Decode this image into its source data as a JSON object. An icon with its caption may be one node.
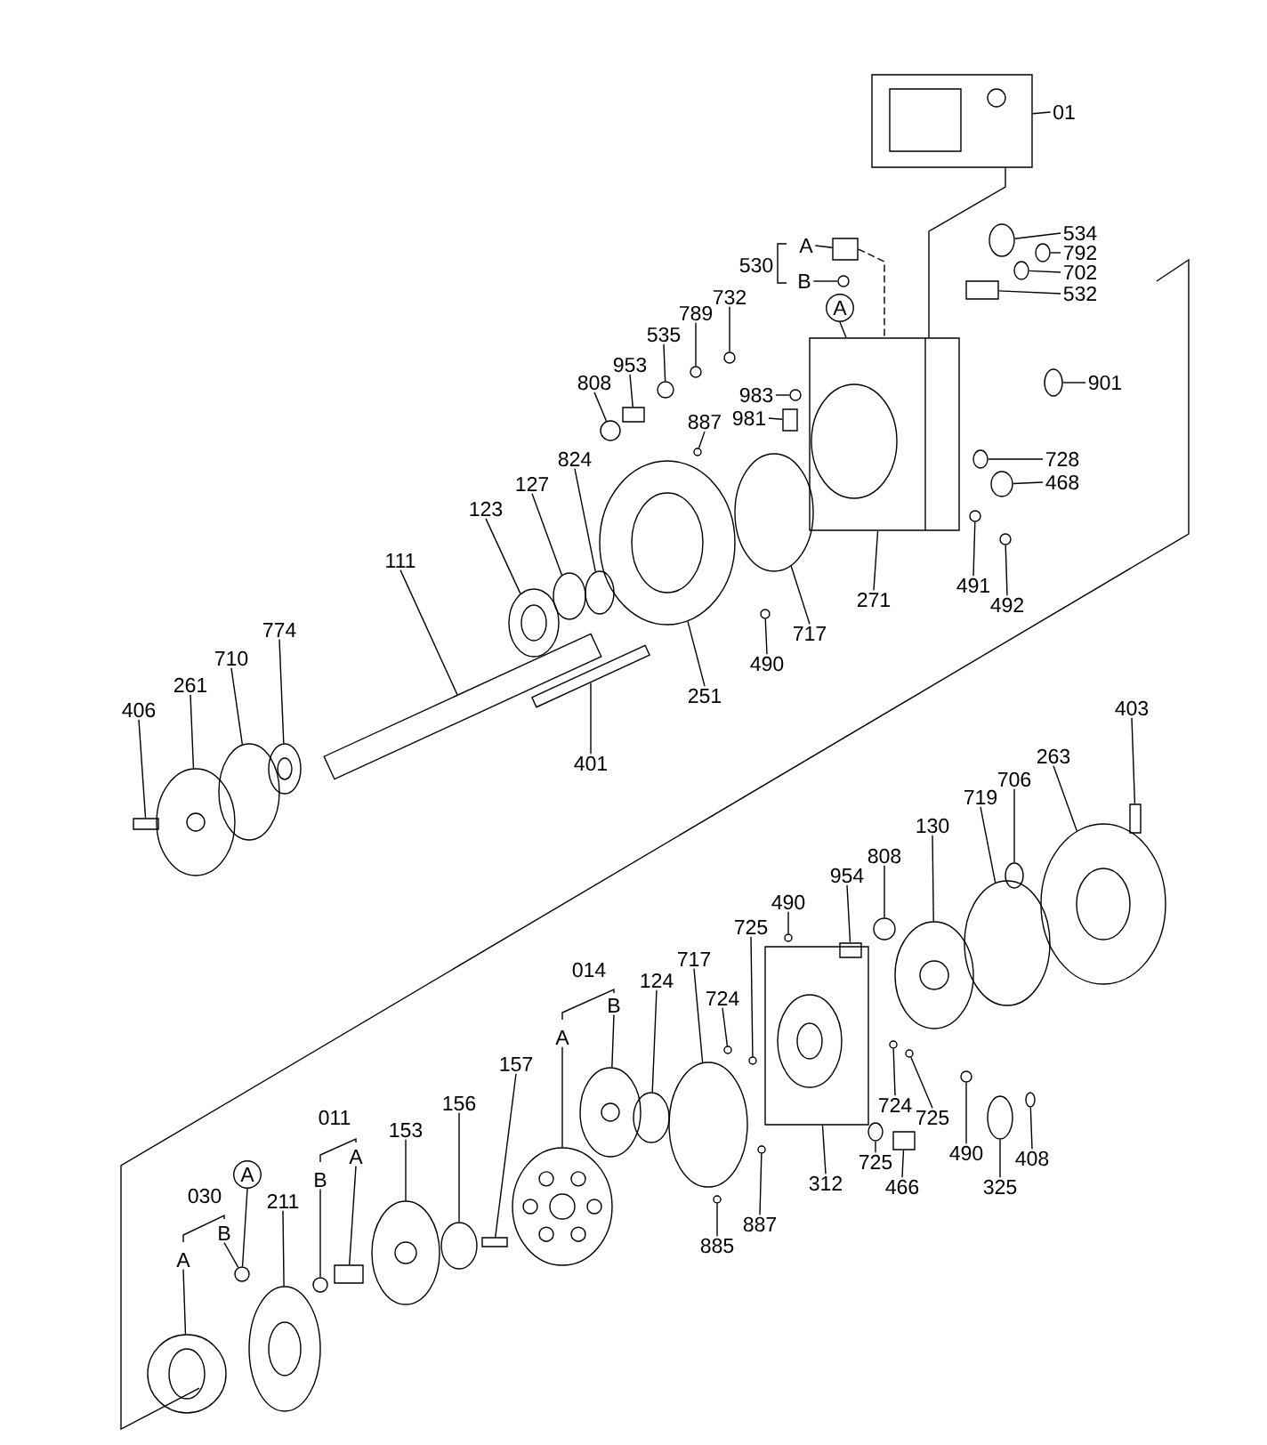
{
  "diagram": {
    "nodes": [
      {
        "text": [
          "01"
        ]
      },
      {
        "text": [
          "534"
        ]
      },
      {
        "text": [
          "792"
        ]
      },
      {
        "text": [
          "702"
        ]
      },
      {
        "text": [
          "532"
        ]
      },
      {
        "text": [
          "A"
        ]
      },
      {
        "text": [
          "B"
        ]
      },
      {
        "text": [
          "A"
        ]
      },
      {
        "text": [
          "732"
        ]
      },
      {
        "text": [
          "789"
        ]
      },
      {
        "text": [
          "535"
        ]
      },
      {
        "text": [
          "953"
        ]
      },
      {
        "text": [
          "808"
        ]
      },
      {
        "text": [
          "901"
        ]
      },
      {
        "text": [
          "983"
        ]
      },
      {
        "text": [
          "981"
        ]
      },
      {
        "text": [
          "887"
        ]
      },
      {
        "text": [
          "824"
        ]
      },
      {
        "text": [
          "127"
        ]
      },
      {
        "text": [
          "123"
        ]
      },
      {
        "text": [
          "728"
        ]
      },
      {
        "text": [
          "468"
        ]
      },
      {
        "text": [
          "111"
        ]
      },
      {
        "text": [
          "271"
        ]
      },
      {
        "text": [
          "491"
        ]
      },
      {
        "text": [
          "492"
        ]
      },
      {
        "text": [
          "717"
        ]
      },
      {
        "text": [
          "774"
        ]
      },
      {
        "text": [
          "490"
        ]
      },
      {
        "text": [
          "710"
        ]
      },
      {
        "text": [
          "261"
        ]
      },
      {
        "text": [
          "251"
        ]
      },
      {
        "text": [
          "406"
        ]
      },
      {
        "text": [
          "401"
        ]
      },
      {
        "text": [
          "403"
        ]
      },
      {
        "text": [
          "263"
        ]
      },
      {
        "text": [
          "706"
        ]
      },
      {
        "text": [
          "719"
        ]
      },
      {
        "text": [
          "130"
        ]
      },
      {
        "text": [
          "808"
        ]
      },
      {
        "text": [
          "954"
        ]
      },
      {
        "text": [
          "490"
        ]
      },
      {
        "text": [
          "725"
        ]
      },
      {
        "text": [
          "B"
        ]
      },
      {
        "text": [
          "A"
        ]
      },
      {
        "text": [
          "724"
        ]
      },
      {
        "text": [
          "717"
        ]
      },
      {
        "text": [
          "124"
        ]
      },
      {
        "text": [
          "157"
        ]
      },
      {
        "text": [
          "156"
        ]
      },
      {
        "text": [
          "153"
        ]
      },
      {
        "text": [
          "A"
        ]
      },
      {
        "text": [
          "B"
        ]
      },
      {
        "text": [
          "211"
        ]
      },
      {
        "text": [
          "A"
        ]
      },
      {
        "text": [
          "B"
        ]
      },
      {
        "text": [
          "A"
        ]
      },
      {
        "text": [
          "724"
        ]
      },
      {
        "text": [
          "725"
        ]
      },
      {
        "text": [
          "490"
        ]
      },
      {
        "text": [
          "408"
        ]
      },
      {
        "text": [
          "312"
        ]
      },
      {
        "text": [
          "725"
        ]
      },
      {
        "text": [
          "466"
        ]
      },
      {
        "text": [
          "325"
        ]
      },
      {
        "text": [
          "887"
        ]
      },
      {
        "text": [
          "885"
        ]
      },
      {
        "text": [],
        "shape": "box"
      },
      {
        "text": [],
        "shape": "circle"
      },
      {
        "text": [],
        "shape": "circle"
      },
      {
        "text": [],
        "shape": "circle"
      },
      {
        "text": [],
        "shape": "box"
      },
      {
        "text": [],
        "shape": "box"
      },
      {
        "text": [],
        "shape": "circle"
      },
      {
        "text": [],
        "shape": "box"
      },
      {
        "text": [],
        "shape": "circle"
      },
      {
        "text": [],
        "shape": "circle"
      },
      {
        "text": [],
        "shape": "circle"
      },
      {
        "text": [],
        "shape": "box"
      },
      {
        "text": [],
        "shape": "circle"
      },
      {
        "text": [],
        "shape": "circle"
      },
      {
        "text": [],
        "shape": "circle"
      },
      {
        "text": [],
        "shape": "box"
      },
      {
        "text": [],
        "shape": "circle"
      },
      {
        "text": [],
        "shape": "circle"
      },
      {
        "text": [],
        "shape": "circle"
      },
      {
        "text": [],
        "shape": "circle"
      },
      {
        "text": [],
        "shape": "circle"
      },
      {
        "text": [],
        "shape": "circle"
      },
      {
        "text": [],
        "shape": "box"
      },
      {
        "text": [],
        "shape": "circle"
      },
      {
        "text": [],
        "shape": "circle"
      },
      {
        "text": [],
        "shape": "circle"
      },
      {
        "text": [],
        "shape": "circle"
      },
      {
        "text": [],
        "shape": "circle"
      },
      {
        "text": [],
        "shape": "circle"
      },
      {
        "text": [],
        "shape": "circle"
      },
      {
        "text": [],
        "shape": "circle"
      },
      {
        "text": [],
        "shape": "box"
      },
      {
        "text": [],
        "shape": "box"
      },
      {
        "text": [],
        "shape": "box"
      },
      {
        "text": [],
        "shape": "circle"
      },
      {
        "text": [],
        "shape": "circle"
      },
      {
        "text": [],
        "shape": "circle"
      },
      {
        "text": [],
        "shape": "circle"
      },
      {
        "text": [],
        "shape": "circle"
      },
      {
        "text": [],
        "shape": "box"
      },
      {
        "text": [],
        "shape": "circle"
      },
      {
        "text": [],
        "shape": "circle"
      },
      {
        "text": [],
        "shape": "box"
      },
      {
        "text": [],
        "shape": "circle"
      },
      {
        "text": [],
        "shape": "circle"
      },
      {
        "text": [],
        "shape": "circle"
      },
      {
        "text": [],
        "shape": "circle"
      },
      {
        "text": [],
        "shape": "circle"
      },
      {
        "text": [],
        "shape": "box"
      },
      {
        "text": [],
        "shape": "circle"
      },
      {
        "text": [],
        "shape": "circle"
      },
      {
        "text": [],
        "shape": "box"
      },
      {
        "text": [],
        "shape": "circle"
      },
      {
        "text": [],
        "shape": "circle"
      },
      {
        "text": [],
        "shape": "circle"
      },
      {
        "text": [],
        "shape": "circle"
      },
      {
        "text": [],
        "shape": "circle"
      },
      {
        "text": [],
        "shape": "circle"
      },
      {
        "text": [],
        "shape": "circle"
      },
      {
        "text": [],
        "shape": "circle"
      },
      {
        "text": [],
        "shape": "circle"
      },
      {
        "text": [],
        "shape": "box"
      },
      {
        "text": [],
        "shape": "circle"
      },
      {
        "text": [],
        "shape": "circle"
      },
      {
        "text": [],
        "shape": "circle"
      }
    ],
    "edges": [
      {
        "from": 0,
        "to": 67,
        "arrow": "none"
      },
      {
        "from": 1,
        "to": 68,
        "arrow": "none"
      },
      {
        "from": 2,
        "to": 69,
        "arrow": "none"
      },
      {
        "from": 3,
        "to": 70,
        "arrow": "none"
      },
      {
        "from": 4,
        "to": 71,
        "arrow": "none"
      },
      {
        "from": 5,
        "to": 72,
        "arrow": "none"
      },
      {
        "from": 6,
        "to": 73,
        "arrow": "none"
      },
      {
        "from": 7,
        "to": 74,
        "arrow": "none"
      },
      {
        "from": 8,
        "to": 75,
        "arrow": "none"
      },
      {
        "from": 9,
        "to": 76,
        "arrow": "none"
      },
      {
        "from": 10,
        "to": 77,
        "arrow": "none"
      },
      {
        "from": 11,
        "to": 78,
        "arrow": "none"
      },
      {
        "from": 12,
        "to": 79,
        "arrow": "none"
      },
      {
        "from": 13,
        "to": 80,
        "arrow": "none"
      },
      {
        "from": 14,
        "to": 81,
        "arrow": "none"
      },
      {
        "from": 15,
        "to": 82,
        "arrow": "none"
      },
      {
        "from": 16,
        "to": 83,
        "arrow": "none"
      },
      {
        "from": 17,
        "to": 84,
        "arrow": "none"
      },
      {
        "from": 18,
        "to": 85,
        "arrow": "none"
      },
      {
        "from": 19,
        "to": 86,
        "arrow": "none"
      },
      {
        "from": 20,
        "to": 87,
        "arrow": "none"
      },
      {
        "from": 21,
        "to": 88,
        "arrow": "none"
      },
      {
        "from": 22,
        "to": 89,
        "arrow": "none"
      },
      {
        "from": 23,
        "to": 74,
        "arrow": "none"
      },
      {
        "from": 24,
        "to": 90,
        "arrow": "none"
      },
      {
        "from": 25,
        "to": 91,
        "arrow": "none"
      },
      {
        "from": 26,
        "to": 92,
        "arrow": "none"
      },
      {
        "from": 27,
        "to": 93,
        "arrow": "none"
      },
      {
        "from": 28,
        "to": 94,
        "arrow": "none"
      },
      {
        "from": 29,
        "to": 95,
        "arrow": "none"
      },
      {
        "from": 30,
        "to": 96,
        "arrow": "none"
      },
      {
        "from": 31,
        "to": 97,
        "arrow": "none"
      },
      {
        "from": 32,
        "to": 98,
        "arrow": "none"
      },
      {
        "from": 33,
        "to": 99,
        "arrow": "none"
      },
      {
        "from": 34,
        "to": 100,
        "arrow": "none"
      },
      {
        "from": 35,
        "to": 101,
        "arrow": "none"
      },
      {
        "from": 36,
        "to": 102,
        "arrow": "none"
      },
      {
        "from": 37,
        "to": 103,
        "arrow": "none"
      },
      {
        "from": 38,
        "to": 104,
        "arrow": "none"
      },
      {
        "from": 39,
        "to": 105,
        "arrow": "none"
      },
      {
        "from": 40,
        "to": 106,
        "arrow": "none"
      },
      {
        "from": 41,
        "to": 107,
        "arrow": "none"
      },
      {
        "from": 42,
        "to": 108,
        "arrow": "none"
      },
      {
        "from": 43,
        "to": 113,
        "arrow": "none"
      },
      {
        "from": 44,
        "to": 114,
        "arrow": "none"
      },
      {
        "from": 45,
        "to": 110,
        "arrow": "none"
      },
      {
        "from": 46,
        "to": 111,
        "arrow": "none"
      },
      {
        "from": 47,
        "to": 112,
        "arrow": "none"
      },
      {
        "from": 48,
        "to": 115,
        "arrow": "none"
      },
      {
        "from": 49,
        "to": 116,
        "arrow": "none"
      },
      {
        "from": 50,
        "to": 117,
        "arrow": "none"
      },
      {
        "from": 51,
        "to": 118,
        "arrow": "none"
      },
      {
        "from": 52,
        "to": 119,
        "arrow": "none"
      },
      {
        "from": 53,
        "to": 120,
        "arrow": "none"
      },
      {
        "from": 54,
        "to": 121,
        "arrow": "none"
      },
      {
        "from": 55,
        "to": 121,
        "arrow": "none"
      },
      {
        "from": 56,
        "to": 122,
        "arrow": "none"
      },
      {
        "from": 57,
        "to": 123,
        "arrow": "none"
      },
      {
        "from": 58,
        "to": 124,
        "arrow": "none"
      },
      {
        "from": 59,
        "to": 125,
        "arrow": "none"
      },
      {
        "from": 60,
        "to": 126,
        "arrow": "none"
      },
      {
        "from": 61,
        "to": 109,
        "arrow": "none"
      },
      {
        "from": 62,
        "to": 127,
        "arrow": "none"
      },
      {
        "from": 63,
        "to": 128,
        "arrow": "none"
      },
      {
        "from": 64,
        "to": 129,
        "arrow": "none"
      },
      {
        "from": 65,
        "to": 130,
        "arrow": "none"
      },
      {
        "from": 66,
        "to": 131,
        "arrow": "none"
      },
      {
        "from": 67,
        "to": 74,
        "arrow": "none"
      },
      {
        "from": 72,
        "to": 74,
        "arrow": "none",
        "style": "dashed"
      }
    ],
    "labels": [
      "530",
      "014",
      "011",
      "030"
    ]
  }
}
